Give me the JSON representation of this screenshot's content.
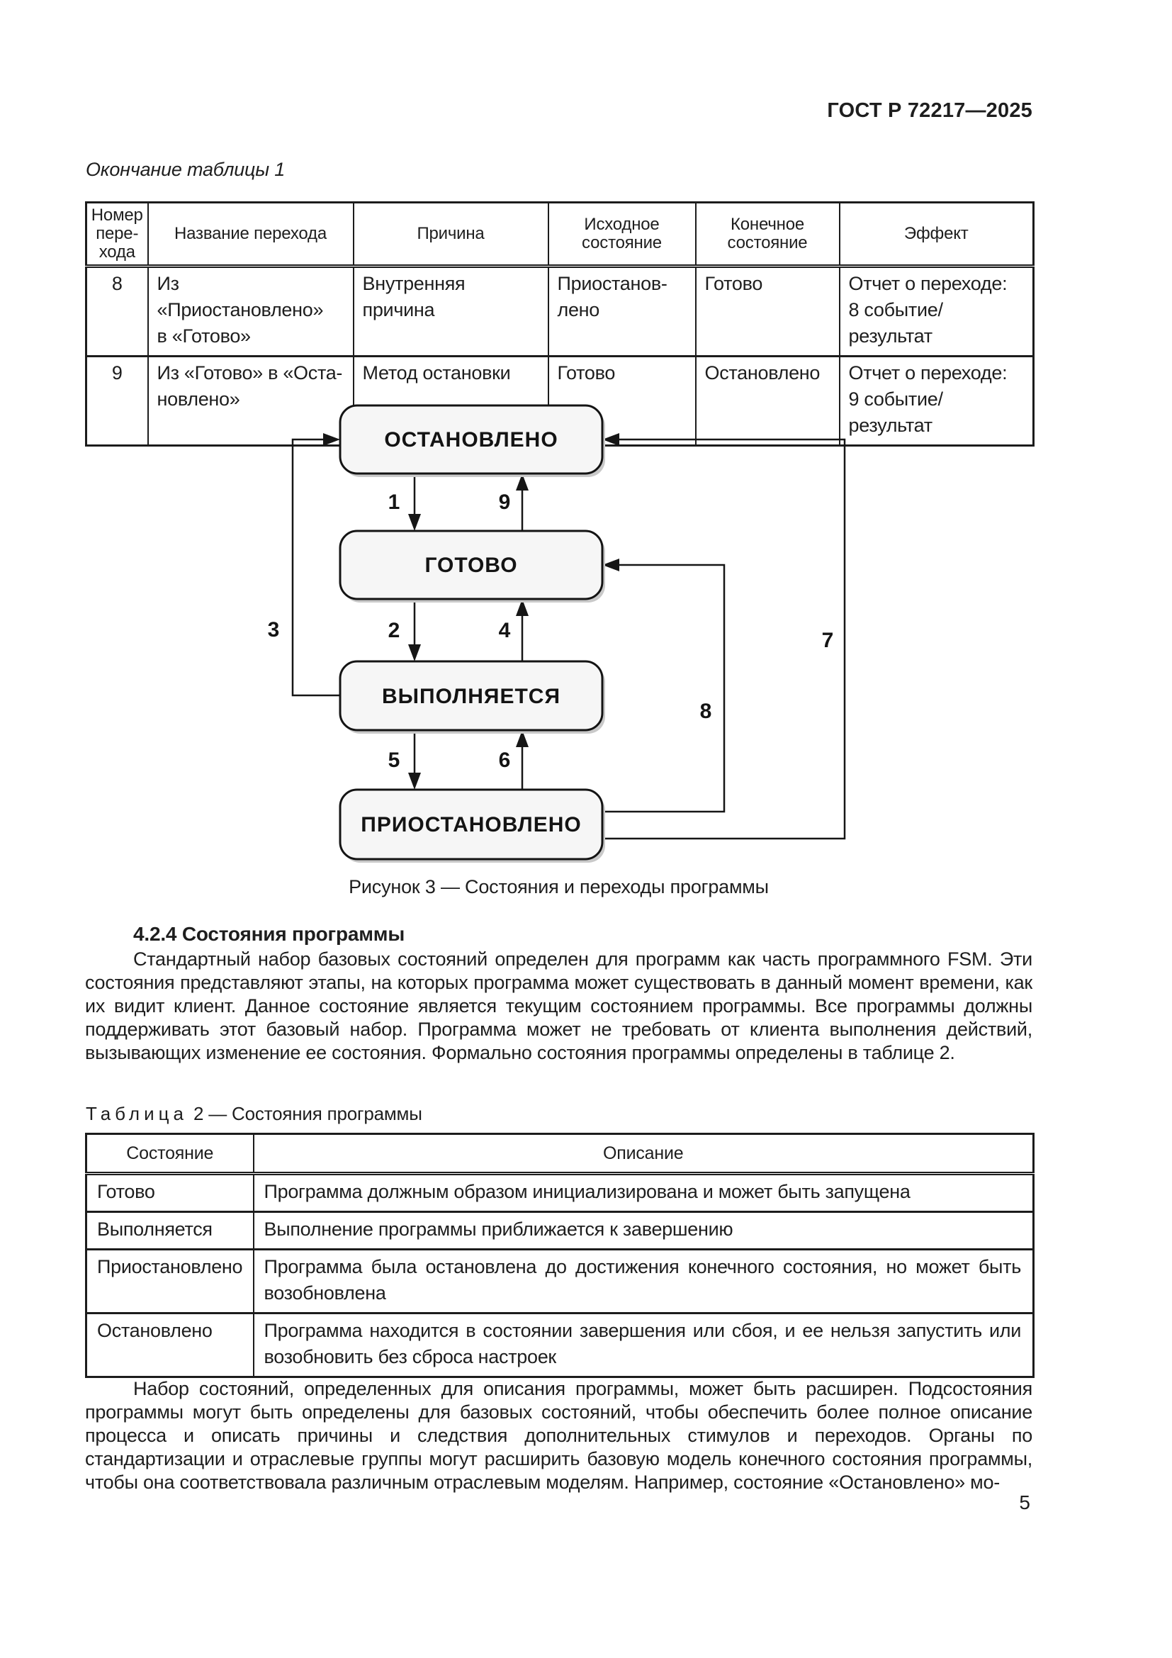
{
  "page": {
    "header": "ГОСТ Р 72217—2025",
    "number": "5"
  },
  "table1": {
    "continuation_label": "Окончание таблицы 1",
    "columns": [
      "Номер\nпере-\nхода",
      "Название перехода",
      "Причина",
      "Исходное\nсостояние",
      "Конечное\nсостояние",
      "Эффект"
    ],
    "rows": [
      {
        "num": "8",
        "name": "Из «Приостановлено»\nв «Готово»",
        "reason": "Внутренняя причина",
        "from": "Приостанов-\nлено",
        "to": "Готово",
        "effect": "Отчет о переходе:\n8  событие/результат"
      },
      {
        "num": "9",
        "name": "Из «Готово» в «Оста-\nновлено»",
        "reason": "Метод остановки",
        "from": "Готово",
        "to": "Остановлено",
        "effect": "Отчет о переходе:\n9  событие/результат"
      }
    ]
  },
  "figure": {
    "caption": "Рисунок 3 — Состояния и переходы программы",
    "states": [
      "ОСТАНОВЛЕНО",
      "ГОТОВО",
      "ВЫПОЛНЯЕТСЯ",
      "ПРИОСТАНОВЛЕНО"
    ],
    "transitions": [
      "1",
      "2",
      "3",
      "4",
      "5",
      "6",
      "7",
      "8",
      "9"
    ]
  },
  "section": {
    "heading": "4.2.4 Состояния программы",
    "paragraph": "Стандартный набор базовых состояний определен для программ как часть программного FSM. Эти состояния представляют этапы, на которых программа может существовать в данный момент времени, как их видит клиент. Данное состояние является текущим состоянием программы. Все программы должны поддерживать этот базовый набор. Программа может не требовать от клиента выполнения действий, вызывающих изменение ее состояния. Формально состояния программы определены в таблице 2."
  },
  "table2": {
    "label_word": "Таблица",
    "label_rest": "2 — Состояния программы",
    "columns": [
      "Состояние",
      "Описание"
    ],
    "rows": [
      {
        "state": "Готово",
        "desc": "Программа должным образом инициализирована и может быть запущена"
      },
      {
        "state": "Выполняется",
        "desc": "Выполнение программы приближается к завершению"
      },
      {
        "state": "Приостановлено",
        "desc": "Программа была остановлена до достижения конечного состояния, но может быть возобновлена"
      },
      {
        "state": "Остановлено",
        "desc": "Программа находится в состоянии завершения или сбоя, и ее нельзя запустить или возобновить без сброса настроек"
      }
    ]
  },
  "closing_paragraph": "Набор состояний, определенных для описания программы, может быть расширен. Подсостояния программы могут быть определены для базовых состояний, чтобы обеспечить более полное описание процесса и описать причины и следствия дополнительных стимулов и переходов. Органы по стандартизации и отраслевые группы могут расширить базовую модель конечного состояния программы, чтобы она соответствовала различным отраслевым моделям. Например, состояние «Остановлено» мо-"
}
